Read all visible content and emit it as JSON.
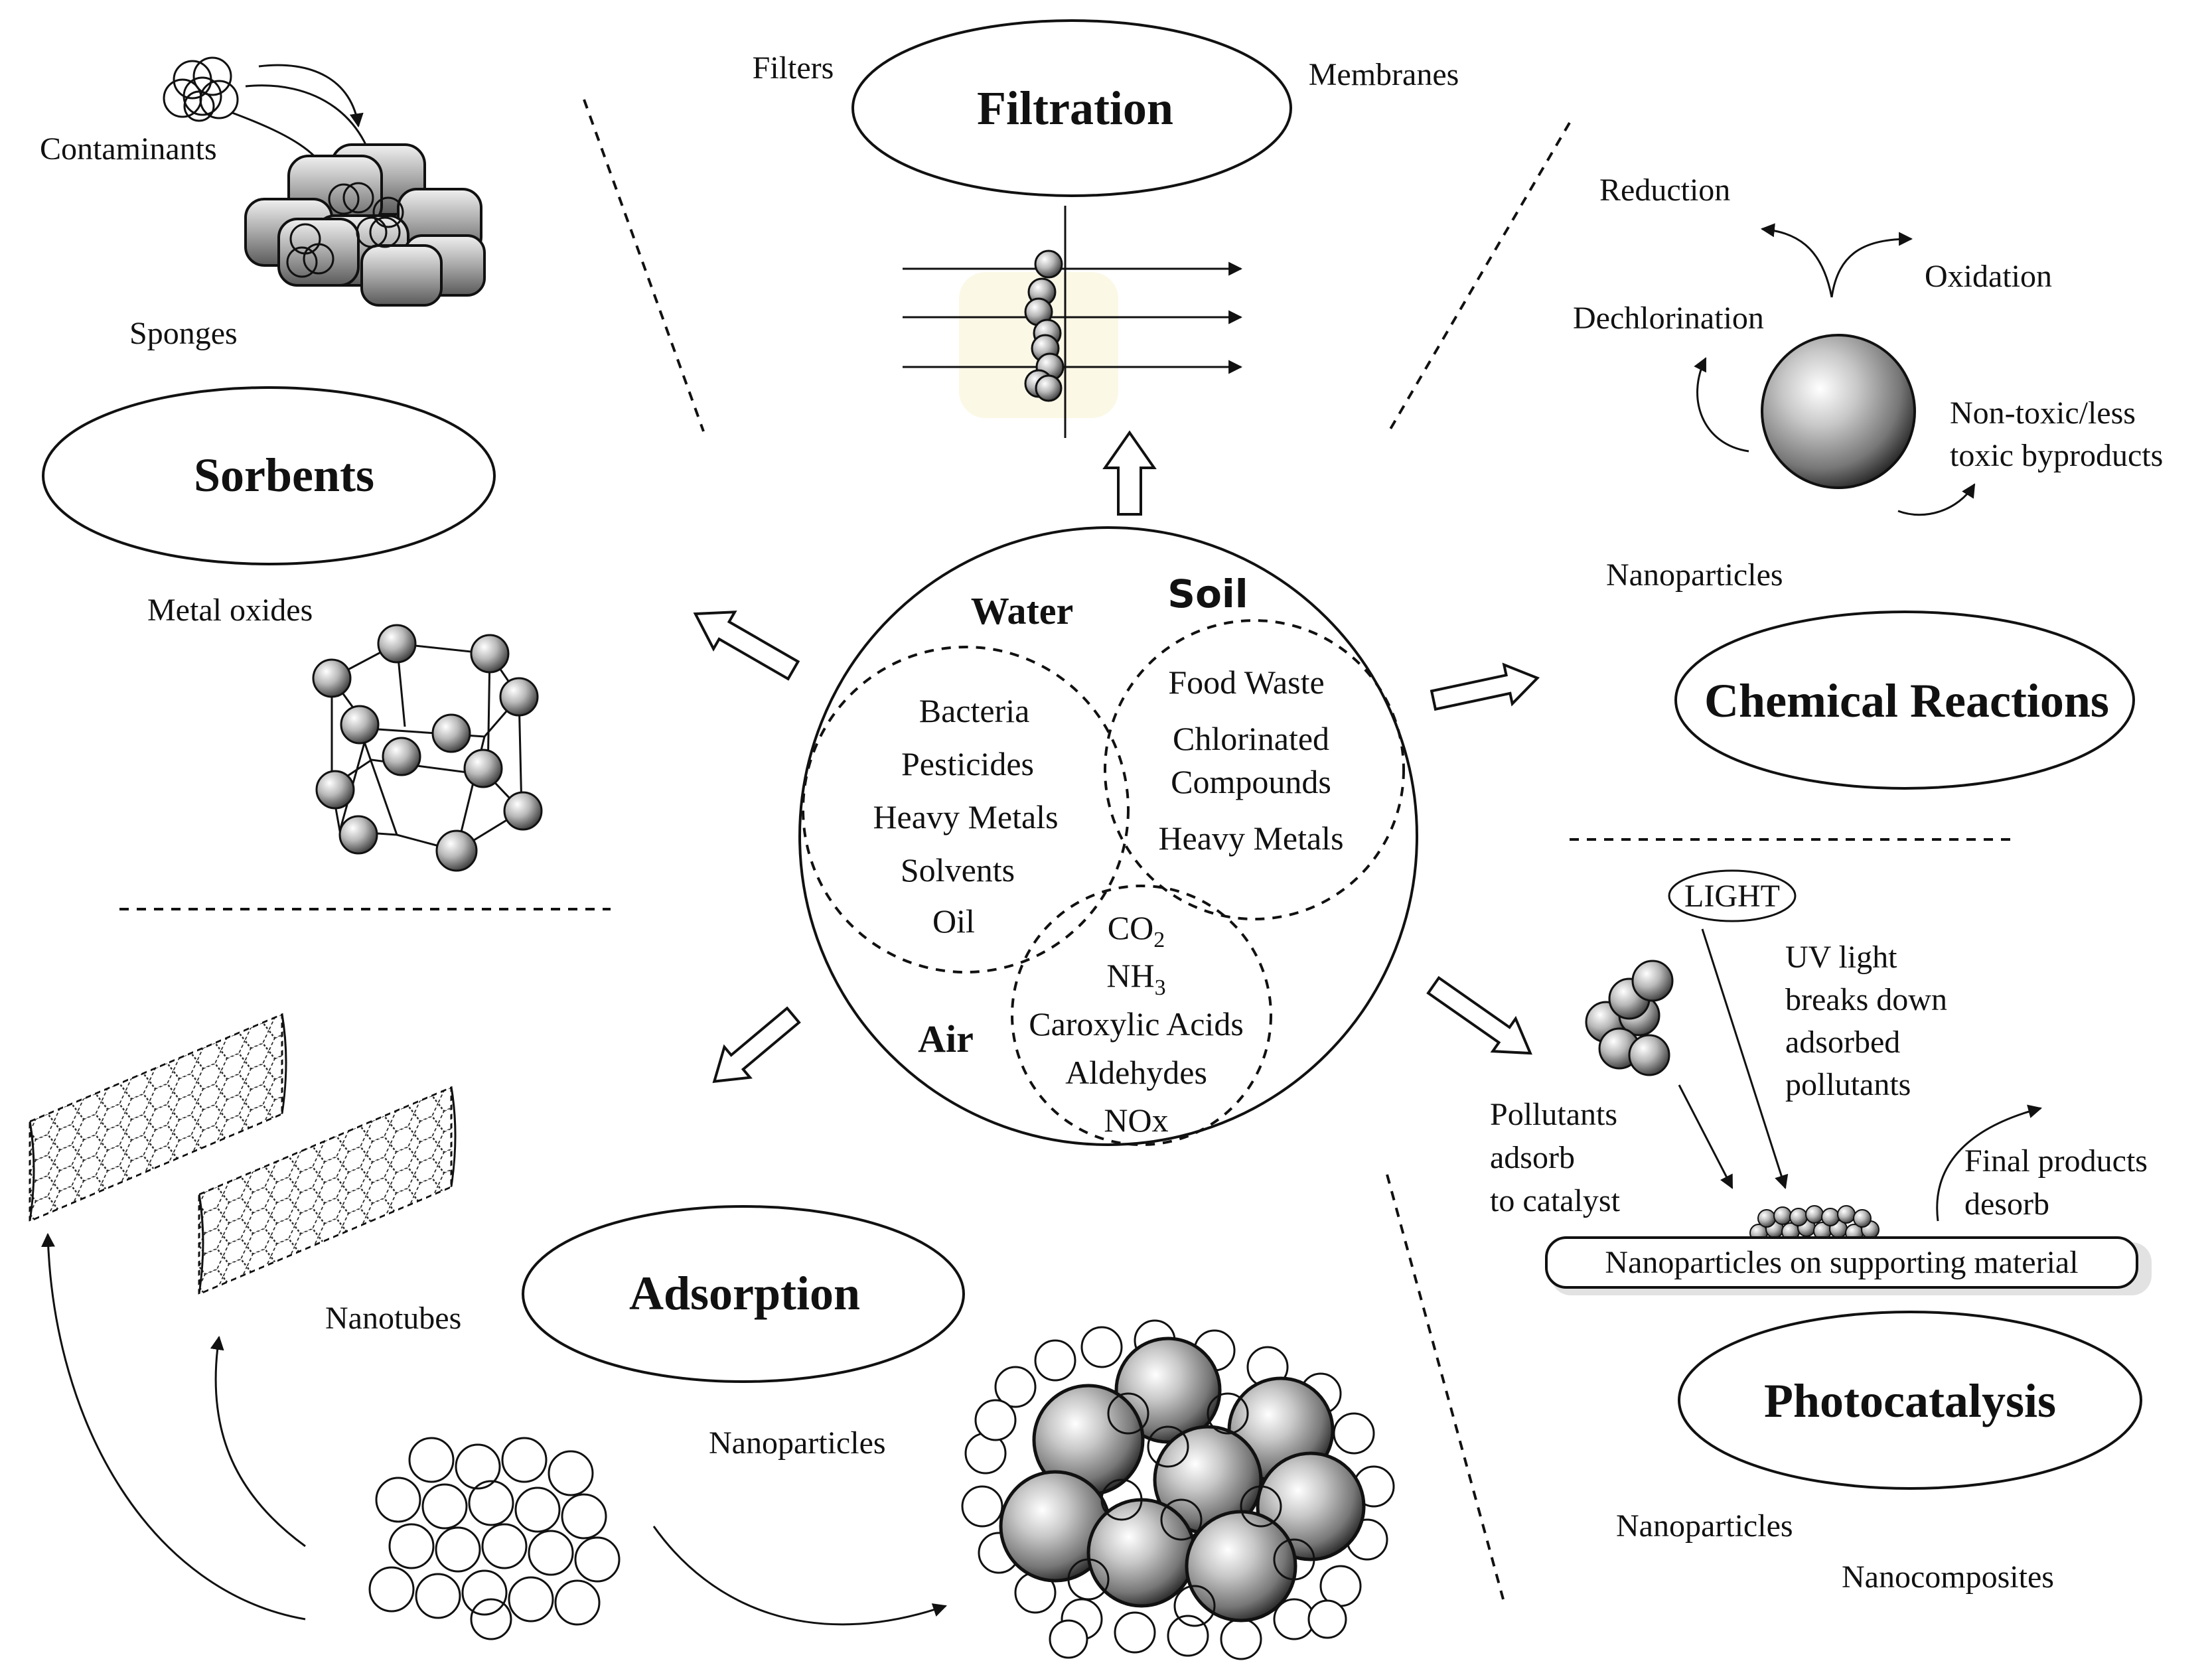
{
  "center": {
    "water": "Water",
    "soil": "Soil",
    "air": "Air",
    "water_items": [
      "Bacteria",
      "Pesticides",
      "Heavy Metals",
      "Solvents",
      "Oil"
    ],
    "soil_items": [
      "Food Waste",
      "Chlorinated",
      "Compounds",
      "Heavy Metals"
    ],
    "air_items": {
      "co2_base": "CO",
      "co2_sub": "2",
      "nh3_base": "NH",
      "nh3_sub": "3",
      "acids": "Caroxylic Acids",
      "aldehydes": "Aldehydes",
      "nox": "NOx"
    }
  },
  "filtration": {
    "title": "Filtration",
    "filters": "Filters",
    "membranes": "Membranes"
  },
  "sorbents": {
    "title": "Sorbents",
    "contaminants": "Contaminants",
    "sponges": "Sponges",
    "metal_oxides": "Metal oxides"
  },
  "chemical": {
    "title": "Chemical Reactions",
    "reduction": "Reduction",
    "oxidation": "Oxidation",
    "dechlorination": "Dechlorination",
    "byproducts_1": "Non-toxic/less",
    "byproducts_2": "toxic byproducts",
    "nanoparticles": "Nanoparticles"
  },
  "photocatalysis": {
    "title": "Photocatalysis",
    "light": "LIGHT",
    "uv_1": "UV light",
    "uv_2": "breaks down",
    "uv_3": "adsorbed",
    "uv_4": "pollutants",
    "pollutants_1": "Pollutants",
    "pollutants_2": "adsorb",
    "pollutants_3": "to catalyst",
    "final_1": "Final products",
    "final_2": "desorb",
    "support": "Nanoparticles on supporting material",
    "nanoparticles": "Nanoparticles",
    "nanocomposites": "Nanocomposites"
  },
  "adsorption": {
    "title": "Adsorption",
    "nanotubes": "Nanotubes",
    "nanoparticles": "Nanoparticles"
  }
}
